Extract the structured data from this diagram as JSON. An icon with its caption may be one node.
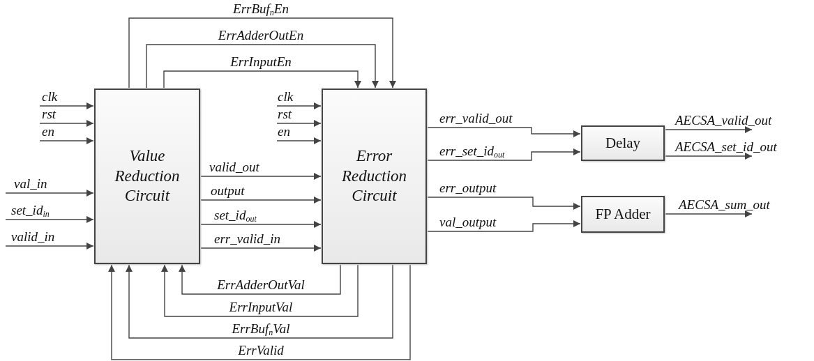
{
  "diagram": {
    "nodes": [
      {
        "text": [
          "Value Reduction Circuit"
        ]
      },
      {
        "text": [
          "Error Reduction Circuit"
        ]
      },
      {
        "text": [
          "Delay"
        ]
      },
      {
        "text": [
          "FP Adder"
        ]
      }
    ],
    "edges": [
      {
        "from": null,
        "to": 0,
        "arrow": "to",
        "label": "clk"
      },
      {
        "from": null,
        "to": 0,
        "arrow": "to",
        "label": "rst"
      },
      {
        "from": null,
        "to": 0,
        "arrow": "to",
        "label": "en"
      },
      {
        "from": null,
        "to": 0,
        "arrow": "to",
        "label": "val_in"
      },
      {
        "from": null,
        "to": 0,
        "arrow": "to",
        "label": "set_id$_{in}$"
      },
      {
        "from": null,
        "to": 0,
        "arrow": "to",
        "label": "valid_in"
      },
      {
        "from": 0,
        "to": 1,
        "arrow": "to",
        "label": "ErrBuf$_{n}$En"
      },
      {
        "from": 0,
        "to": 1,
        "arrow": "to",
        "label": "ErrAdderOutEn"
      },
      {
        "from": 0,
        "to": 1,
        "arrow": "to",
        "label": "ErrInputEn"
      },
      {
        "from": null,
        "to": 1,
        "arrow": "to",
        "label": "clk"
      },
      {
        "from": null,
        "to": 1,
        "arrow": "to",
        "label": "rst"
      },
      {
        "from": null,
        "to": 1,
        "arrow": "to",
        "label": "en"
      },
      {
        "from": 0,
        "to": 1,
        "arrow": "to",
        "label": "valid_out"
      },
      {
        "from": 0,
        "to": 1,
        "arrow": "to",
        "label": "output"
      },
      {
        "from": 0,
        "to": 1,
        "arrow": "to",
        "label": "set_id$_{out}$"
      },
      {
        "from": 0,
        "to": 1,
        "arrow": "to",
        "label": "err_valid_in"
      },
      {
        "from": 1,
        "to": 0,
        "arrow": "to",
        "label": "ErrAdderOutVal"
      },
      {
        "from": 1,
        "to": 0,
        "arrow": "to",
        "label": "ErrInputVal"
      },
      {
        "from": 1,
        "to": 0,
        "arrow": "to",
        "label": "ErrBuf$_{n}$Val"
      },
      {
        "from": 1,
        "to": 0,
        "arrow": "to",
        "label": "ErrValid"
      },
      {
        "from": 1,
        "to": 2,
        "arrow": "to",
        "label": "err_valid_out"
      },
      {
        "from": 1,
        "to": 2,
        "arrow": "to",
        "label": "err_set_id$_{out}$"
      },
      {
        "from": 1,
        "to": 3,
        "arrow": "to",
        "label": "err_output"
      },
      {
        "from": 1,
        "to": 3,
        "arrow": "to",
        "label": "val_output"
      },
      {
        "from": 2,
        "to": null,
        "arrow": "to",
        "label": "AECSA_valid_out"
      },
      {
        "from": 2,
        "to": null,
        "arrow": "to",
        "label": "AECSA_set_id_out"
      },
      {
        "from": 3,
        "to": null,
        "arrow": "to",
        "label": "AECSA_sum_out"
      }
    ]
  }
}
